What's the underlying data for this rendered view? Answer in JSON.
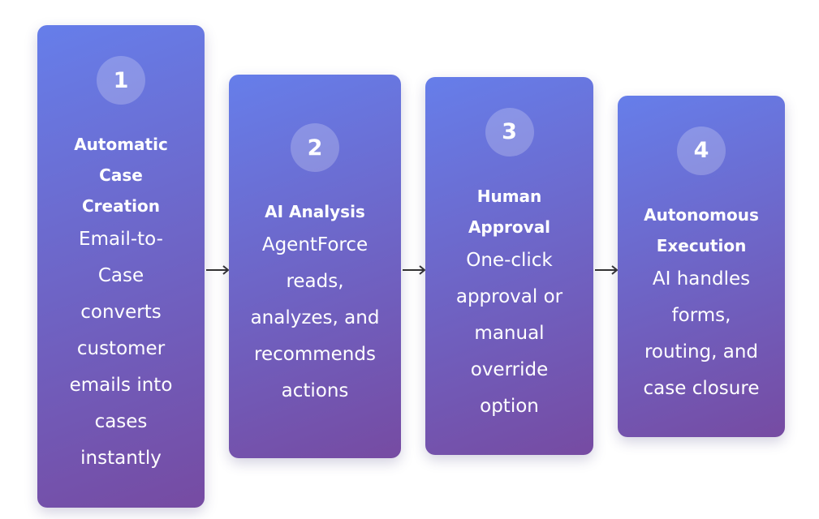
{
  "steps": [
    {
      "number": "1",
      "title": "Automatic Case Creation",
      "description": "Email-to-Case converts customer emails into cases instantly"
    },
    {
      "number": "2",
      "title": "AI Analysis",
      "description": "AgentForce reads, analyzes, and recommends actions"
    },
    {
      "number": "3",
      "title": "Human Approval",
      "description": "One-click approval or manual override option"
    },
    {
      "number": "4",
      "title": "Autonomous Execution",
      "description": "AI handles forms, routing, and case closure"
    }
  ],
  "colors": {
    "gradient_start": "#667eea",
    "gradient_end": "#764ba2",
    "arrow": "#333333",
    "text": "#ffffff"
  }
}
